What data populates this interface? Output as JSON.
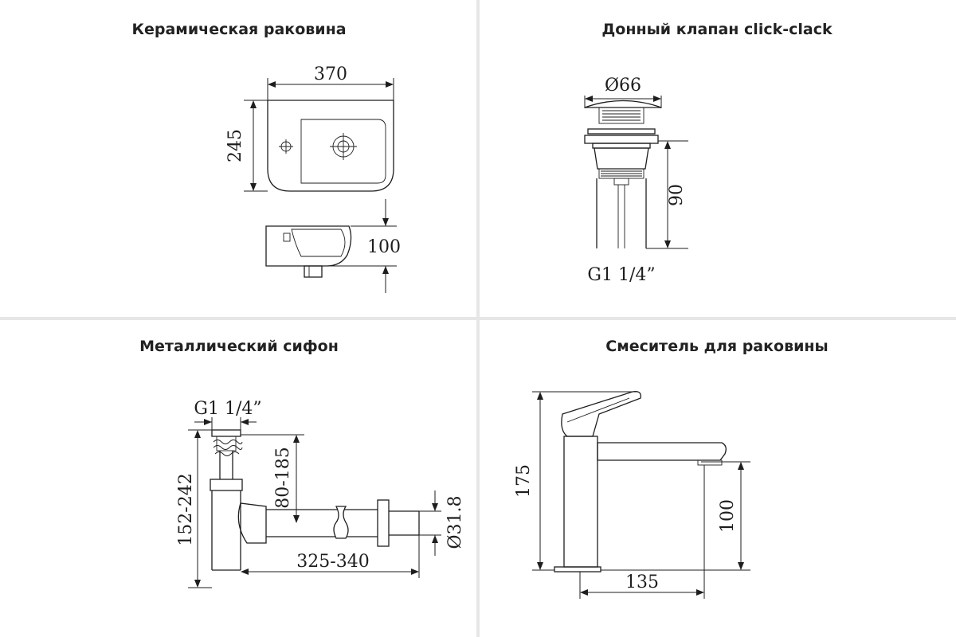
{
  "panels": {
    "sink": {
      "title": "Керамическая раковина",
      "dims": {
        "width": "370",
        "depth": "245",
        "height": "100"
      }
    },
    "valve": {
      "title": "Донный клапан click-clack",
      "dims": {
        "diameter": "Ø66",
        "height": "90",
        "thread": "G1 1/4”"
      }
    },
    "siphon": {
      "title": "Металлический сифон",
      "dims": {
        "thread": "G1 1/4”",
        "total_height": "152-242",
        "outlet_height": "80-185",
        "length": "325-340",
        "pipe_diameter": "Ø31.8"
      }
    },
    "faucet": {
      "title": "Смеситель для раковины",
      "dims": {
        "height": "175",
        "spout_height": "100",
        "reach": "135"
      }
    }
  }
}
